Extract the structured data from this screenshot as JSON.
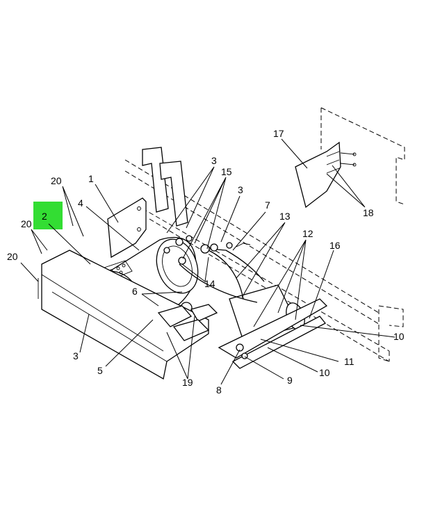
{
  "highlight_color": "#33dd33",
  "highlighted_callout": "2",
  "callouts": [
    "1",
    "2",
    "3",
    "4",
    "5",
    "6",
    "7",
    "8",
    "9",
    "10",
    "11",
    "12",
    "13",
    "14",
    "15",
    "16",
    "17",
    "18",
    "19",
    "20"
  ]
}
